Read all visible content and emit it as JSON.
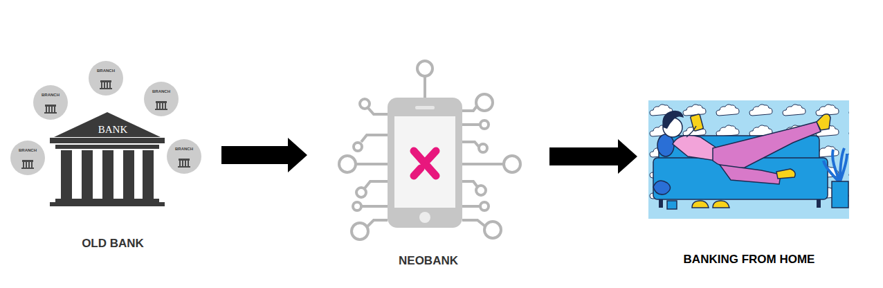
{
  "diagram": {
    "nodes": [
      {
        "text": [
          "BANK",
          "OLD BANK"
        ]
      },
      {
        "text": [
          "BRANCH"
        ]
      },
      {
        "text": [
          "BRANCH"
        ]
      },
      {
        "text": [
          "BRANCH"
        ]
      },
      {
        "text": [
          "BRANCH"
        ]
      },
      {
        "text": [
          "BRANCH"
        ]
      },
      {
        "text": [
          "NEOBANK"
        ]
      },
      {
        "text": [
          "BANKING FROM HOME"
        ]
      }
    ],
    "edges": [
      {
        "from": 0,
        "to": 6,
        "arrow": "to"
      },
      {
        "from": 6,
        "to": 7,
        "arrow": "to"
      }
    ]
  }
}
